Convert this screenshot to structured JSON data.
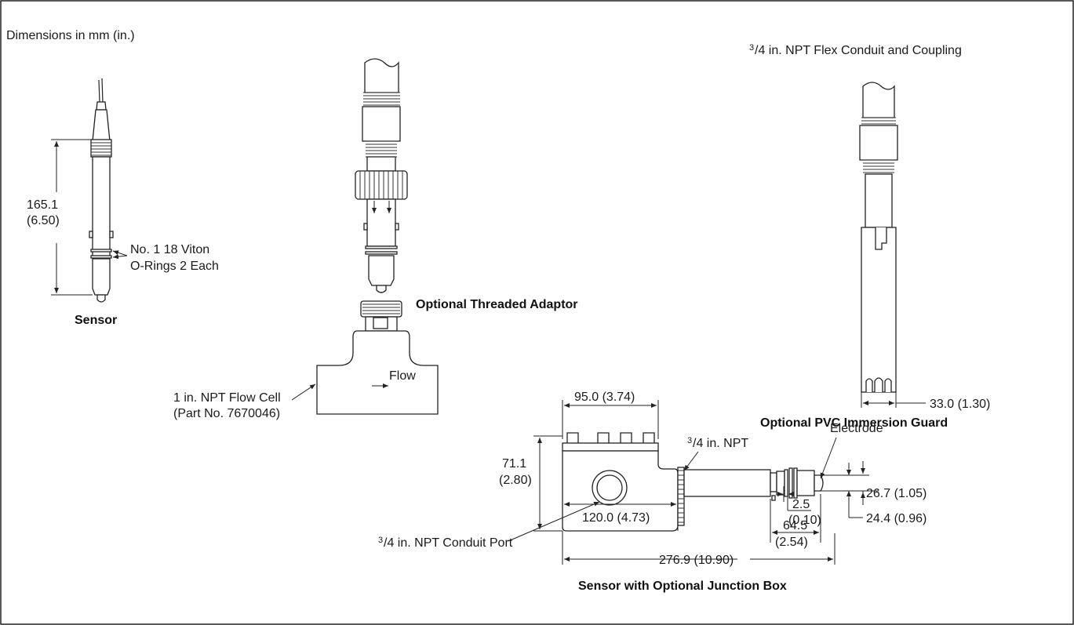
{
  "header": {
    "dimensions_note": "Dimensions in mm (in.)"
  },
  "sensor": {
    "caption": "Sensor",
    "length_mm": "165.1",
    "length_in": "(6.50)",
    "oring_line1": "No. 1 18 Viton",
    "oring_line2": "O-Rings 2 Each"
  },
  "flow_cell": {
    "adaptor_caption": "Optional Threaded Adaptor",
    "flow_label": "Flow",
    "cell_line1": "1 in. NPT Flow Cell",
    "cell_line2": "(Part No. 7670046)"
  },
  "guard": {
    "conduit_sup": "3",
    "conduit_sub": "/4",
    "conduit_text": " in. NPT Flex Conduit and Coupling",
    "width_dim": "33.0 (1.30)",
    "caption": "Optional PVC Immersion Guard"
  },
  "junction_box": {
    "caption": "Sensor with Optional Junction Box",
    "top_width": "95.0 (3.74)",
    "height_mm": "71.1",
    "height_in": "(2.80)",
    "npt_sup": "3",
    "npt_sub": "/4",
    "npt_text": " in. NPT",
    "electrode": "Electrode",
    "dim_26": "26.7 (1.05)",
    "dim_24": "24.4 (0.96)",
    "dim_25_mm": "2.5",
    "dim_25_in": "(0.10)",
    "dim_645_mm": "64.5",
    "dim_645_in": "(2.54)",
    "bottom_width": "120.0 (4.73)",
    "overall": "276.9 (10.90)",
    "port_sup": "3",
    "port_sub": "/4",
    "port_text": " in. NPT Conduit Port"
  }
}
